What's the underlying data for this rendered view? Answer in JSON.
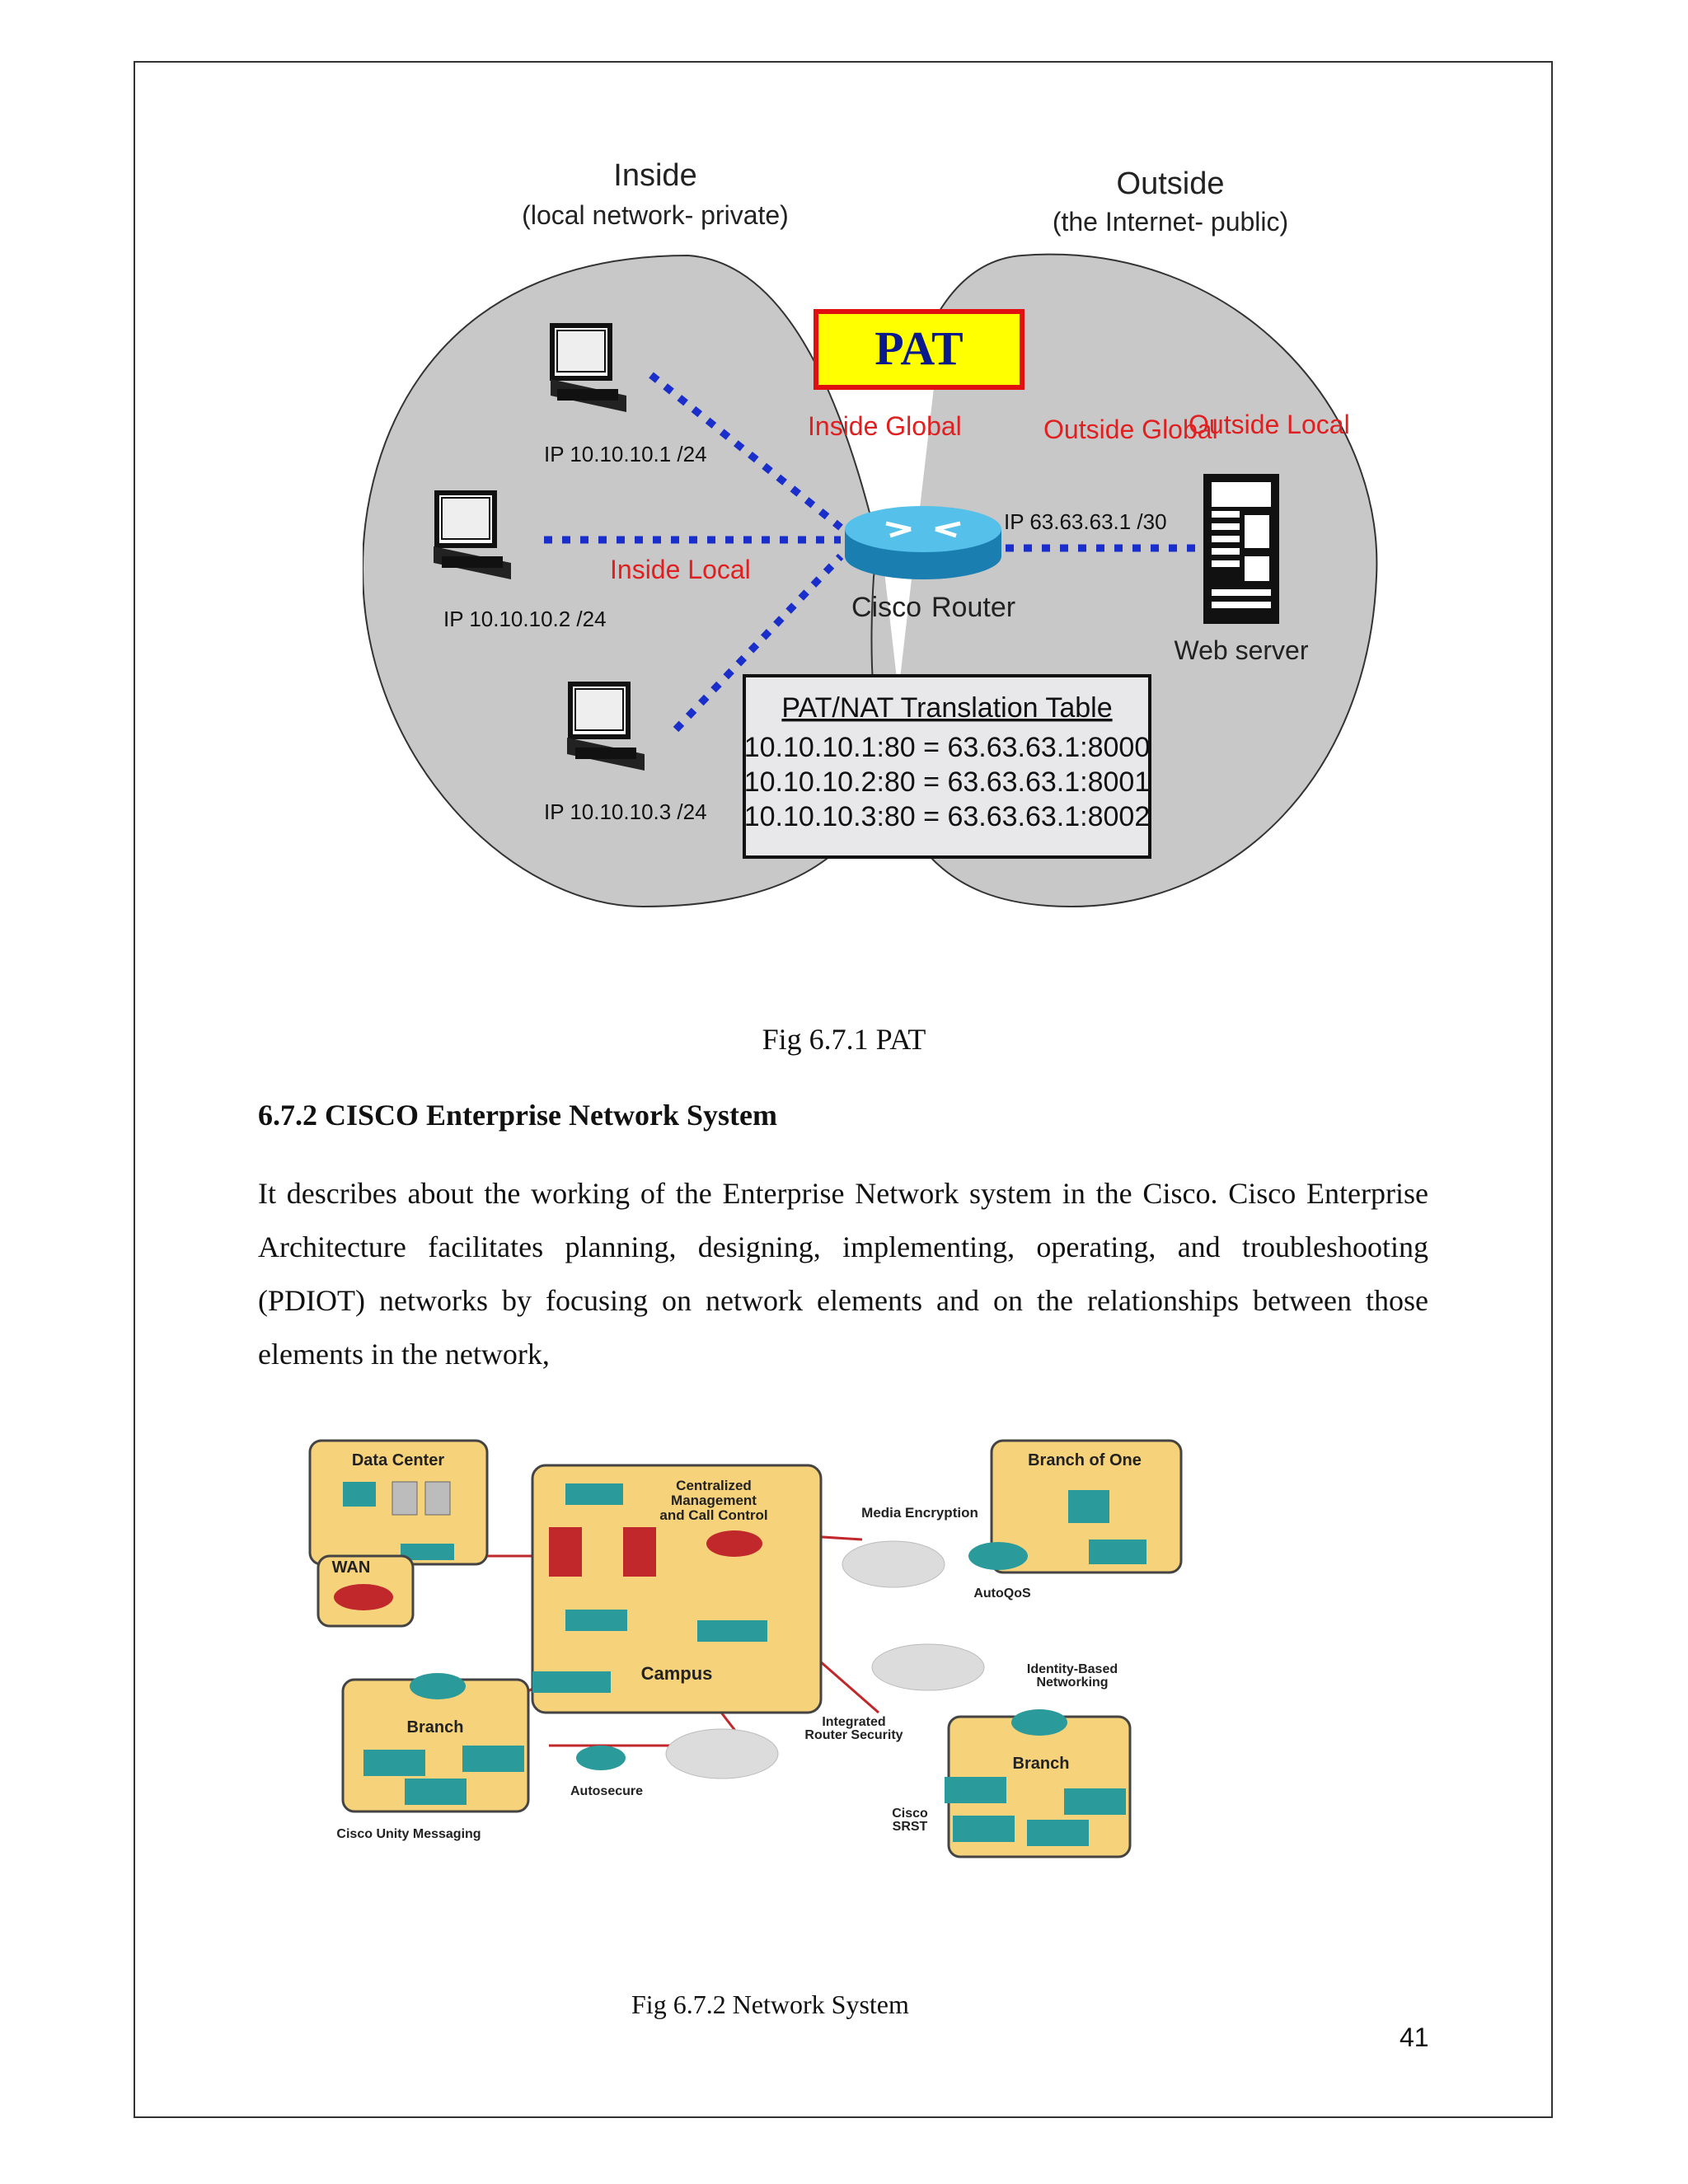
{
  "figure1": {
    "inside_title": "Inside",
    "inside_subtitle": "(local network- private)",
    "outside_title": "Outside",
    "outside_subtitle": "(the Internet- public)",
    "pat_label": "PAT",
    "inside_global": "Inside Global",
    "inside_local": "Inside Local",
    "outside_global": "Outside Global",
    "outside_local": "Outside Local",
    "hosts": [
      "IP 10.10.10.1 /24",
      "IP 10.10.10.2 /24",
      "IP 10.10.10.3 /24"
    ],
    "router_ip": "IP 63.63.63.1 /30",
    "router_label_left": "Cisco",
    "router_label_right": "Router",
    "server_label": "Web server",
    "table_title": "PAT/NAT Translation Table",
    "table_rows": [
      "10.10.10.1:80 = 63.63.63.1:8000",
      "10.10.10.2:80 = 63.63.63.1:8001",
      "10.10.10.3:80 = 63.63.63.1:8002"
    ],
    "colors": {
      "cloud": "#c8c8c8",
      "link": "#1a2ecc",
      "red_label": "#e02020",
      "pat_bg": "#ffff00",
      "pat_border": "#e01010"
    }
  },
  "caption1": "Fig 6.7.1 PAT",
  "section_heading": "6.7.2 CISCO Enterprise Network System",
  "paragraph": " It describes about the working of the Enterprise Network system in the Cisco. Cisco Enterprise Architecture facilitates planning, designing, implementing, operating, and troubleshooting (PDIOT) networks by focusing on network elements and on the relationships between those elements in the network,",
  "figure2": {
    "data_center": "Data Center",
    "wan": "WAN",
    "centralized": [
      "Centralized",
      "Management",
      "and Call Control"
    ],
    "campus": "Campus",
    "media_encryption": "Media Encryption",
    "branch_of_one": "Branch of One",
    "autoqos": "AutoQoS",
    "identity": [
      "Identity-Based",
      "Networking"
    ],
    "integrated": [
      "Integrated",
      "Router Security"
    ],
    "branch_left": "Branch",
    "autosecure": "Autosecure",
    "unity": "Cisco Unity Messaging",
    "branch_right": "Branch",
    "srst": [
      "Cisco",
      "SRST"
    ],
    "colors": {
      "box": "#f6d27a",
      "teal": "#2a9a9a",
      "red": "#c0282c",
      "link": "#c0282c"
    }
  },
  "caption2": "Fig 6.7.2 Network System",
  "page_number": "41"
}
